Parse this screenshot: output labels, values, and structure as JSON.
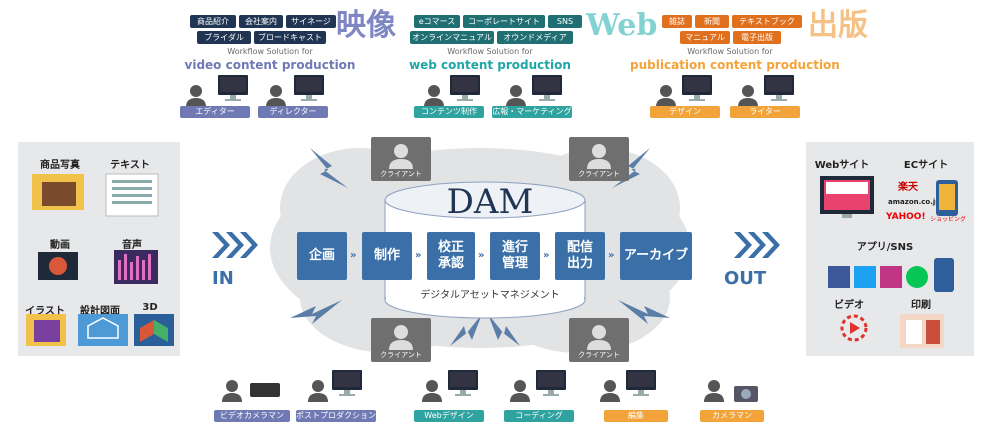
{
  "top": {
    "video": {
      "tags": [
        "商品紹介",
        "会社案内",
        "サイネージ",
        "ブライダル",
        "ブロードキャスト"
      ],
      "big": "映像",
      "wf_small": "Workflow Solution for",
      "wf_big": "video content production",
      "roles": [
        "エディター",
        "ディレクター"
      ]
    },
    "web": {
      "tags": [
        "eコマース",
        "コーポレートサイト",
        "SNS",
        "オンラインマニュアル",
        "オウンドメディア"
      ],
      "big": "Web",
      "wf_small": "Workflow Solution for",
      "wf_big": "web content production",
      "roles": [
        "コンテンツ制作",
        "広報・マーケティング"
      ]
    },
    "pub": {
      "tags": [
        "雑誌",
        "新聞",
        "テキストブック",
        "マニュアル",
        "電子出版"
      ],
      "big": "出版",
      "wf_small": "Workflow Solution for",
      "wf_big": "publication content production",
      "roles": [
        "デザイン",
        "ライター"
      ]
    }
  },
  "left_panel": {
    "items": [
      "商品写真",
      "テキスト",
      "動画",
      "音声",
      "イラスト",
      "設計図面",
      "3D"
    ]
  },
  "right_panel": {
    "web_site": "Webサイト",
    "ec_site": "ECサイト",
    "rakuten": "楽天",
    "amazon": "amazon.co.jp",
    "yahoo": "YAHOO!",
    "yahoo_sub": "ショッピング",
    "apps_sns": "アプリ/SNS",
    "video": "ビデオ",
    "print": "印刷"
  },
  "center": {
    "dam": "DAM",
    "sub": "デジタルアセットマネジメント",
    "steps": [
      "企画",
      "制作",
      "校正\n承認",
      "進行\n管理",
      "配信\n出力",
      "アーカイブ"
    ],
    "client_label": "クライアント"
  },
  "in_label": "IN",
  "out_label": "OUT",
  "bottom": {
    "roles": [
      "ビデオカメラマン",
      "ポストプロダクション",
      "Webデザイン",
      "コーディング",
      "編集",
      "カメラマン"
    ]
  },
  "colors": {
    "navy": "#1f3553",
    "teal": "#1f6f73",
    "orange": "#e0701e",
    "step_blue": "#3a6fa7",
    "video_text": "#7e86c4",
    "web_text": "#20a6a6",
    "pub_text": "#f2a33a"
  }
}
